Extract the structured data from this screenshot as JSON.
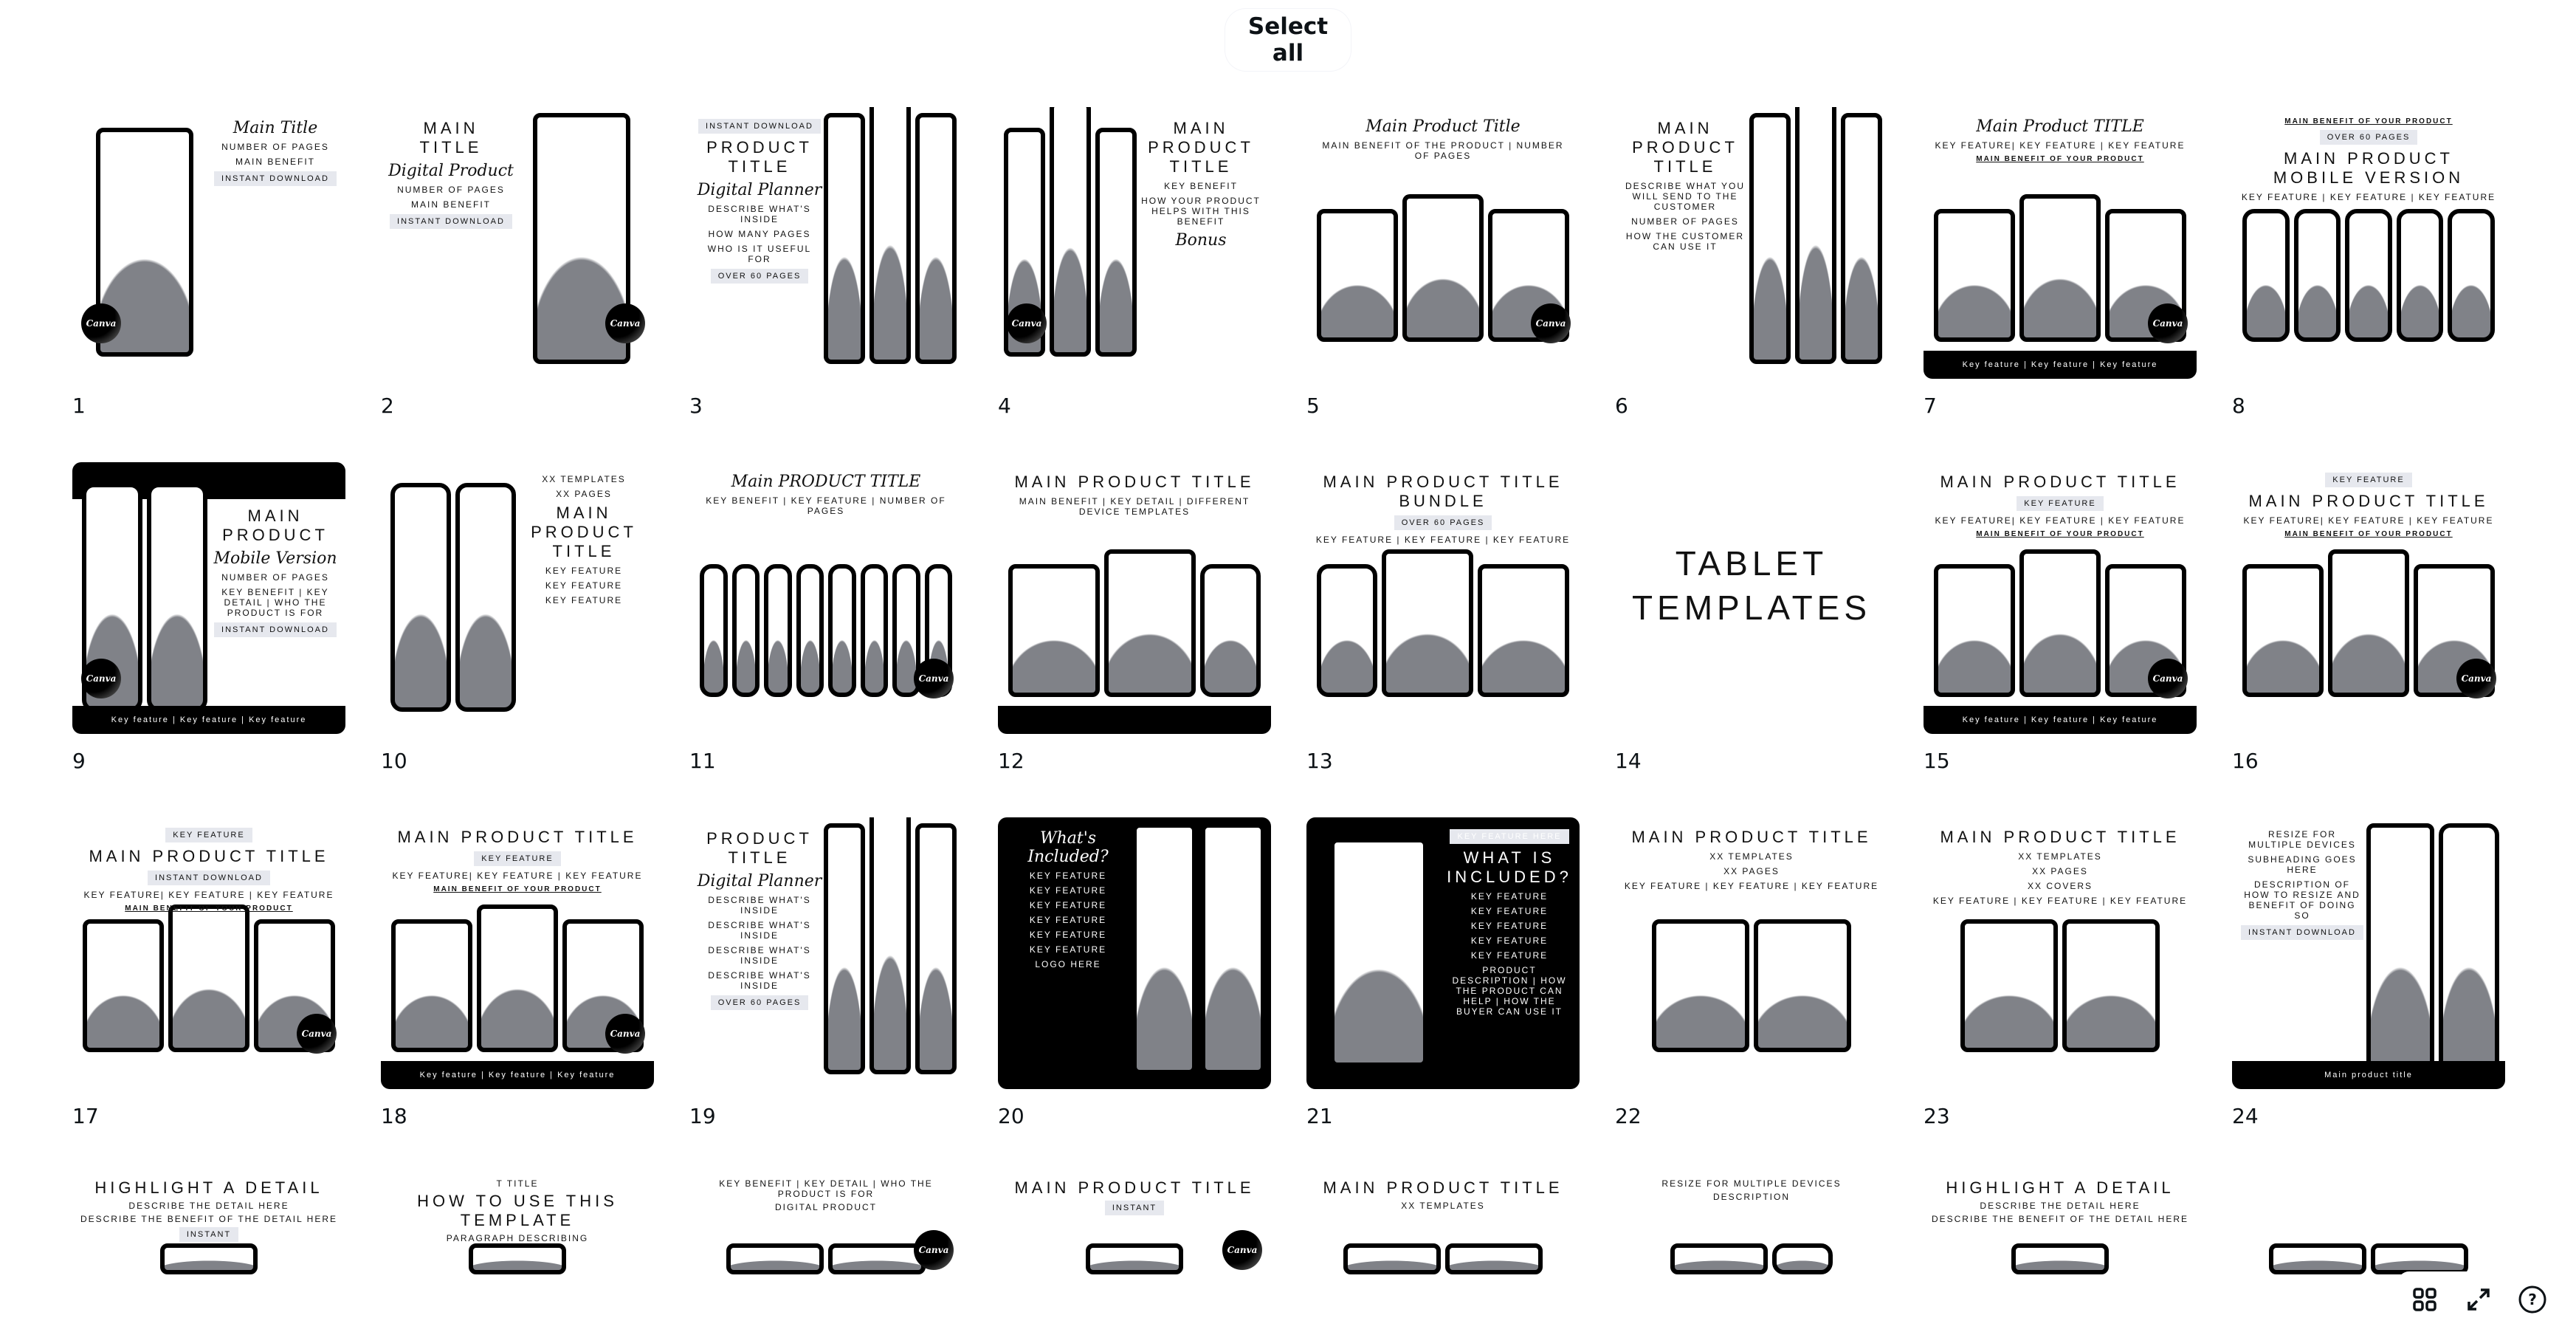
{
  "header": {
    "select_all": "Select all"
  },
  "pages": [
    {
      "num": "1",
      "layout": "side",
      "devices": [
        "tablet"
      ],
      "badge": "Canva",
      "lines": [
        {
          "t": "Main Title",
          "c": "s"
        },
        {
          "t": "Number of pages"
        },
        {
          "t": "Main benefit"
        },
        {
          "t": "Instant download",
          "c": "tag"
        }
      ]
    },
    {
      "num": "2",
      "layout": "left",
      "devices": [
        "tablet"
      ],
      "badge": "Canva",
      "lines": [
        {
          "t": "Main Title",
          "c": "h"
        },
        {
          "t": "Digital Product",
          "c": "s"
        },
        {
          "t": "Number of pages"
        },
        {
          "t": "Main benefit"
        },
        {
          "t": "Instant download",
          "c": "tag"
        }
      ]
    },
    {
      "num": "3",
      "layout": "left",
      "devices": [
        "tablet",
        "tablet",
        "tablet"
      ],
      "lines": [
        {
          "t": "Instant download",
          "c": "tag"
        },
        {
          "t": "Product title",
          "c": "h"
        },
        {
          "t": "Digital Planner",
          "c": "s"
        },
        {
          "t": "Describe what's inside"
        },
        {
          "t": "How many pages"
        },
        {
          "t": "Who is it useful for"
        },
        {
          "t": "Over 60 pages",
          "c": "tag"
        }
      ]
    },
    {
      "num": "4",
      "layout": "side",
      "devices": [
        "tablet",
        "tablet",
        "tablet"
      ],
      "badge": "Canva",
      "lines": [
        {
          "t": "Main product title",
          "c": "h"
        },
        {
          "t": "Key benefit"
        },
        {
          "t": "How your product helps with this benefit"
        },
        {
          "t": "Bonus",
          "c": "s"
        }
      ]
    },
    {
      "num": "5",
      "layout": "top",
      "devices": [
        "tablet",
        "tablet",
        "tablet"
      ],
      "badge": "Canva",
      "lines": [
        {
          "t": "Main Product Title",
          "c": "s"
        },
        {
          "t": "Main benefit of the product | Number of pages"
        }
      ]
    },
    {
      "num": "6",
      "layout": "left",
      "devices": [
        "tablet",
        "tablet",
        "tablet"
      ],
      "lines": [
        {
          "t": "Main product title",
          "c": "h"
        },
        {
          "t": "Describe what you will send to the customer"
        },
        {
          "t": "Number of pages"
        },
        {
          "t": "How the customer can use it"
        }
      ]
    },
    {
      "num": "7",
      "layout": "top",
      "devices": [
        "tablet",
        "tablet",
        "tablet"
      ],
      "badge": "Canva",
      "footer": "Key feature | Key feature | Key feature",
      "lines": [
        {
          "t": "Main Product TITLE",
          "c": "s"
        },
        {
          "t": "Key feature| Key feature | Key feature"
        },
        {
          "t": "Main benefit of your product",
          "c": "u"
        }
      ]
    },
    {
      "num": "8",
      "layout": "top",
      "devices": [
        "phone",
        "phone",
        "phone",
        "phone",
        "phone"
      ],
      "lines": [
        {
          "t": "Main benefit of your product",
          "c": "u"
        },
        {
          "t": "Over 60 pages",
          "c": "tag"
        },
        {
          "t": "Main product Mobile Version",
          "c": "h"
        },
        {
          "t": "Key feature | Key feature | Key feature"
        }
      ]
    },
    {
      "num": "9",
      "layout": "side",
      "topbar": true,
      "devices": [
        "phone",
        "phone"
      ],
      "badge": "Canva",
      "footer": "Key feature | Key feature | Key feature",
      "lines": [
        {
          "t": "Main product",
          "c": "h"
        },
        {
          "t": "Mobile Version",
          "c": "s"
        },
        {
          "t": "Number of pages"
        },
        {
          "t": "Key benefit | Key detail | Who the product is for"
        },
        {
          "t": "Instant download",
          "c": "tag"
        }
      ]
    },
    {
      "num": "10",
      "layout": "side",
      "devices": [
        "phone",
        "phone"
      ],
      "lines": [
        {
          "t": "XX templates"
        },
        {
          "t": "XX pages"
        },
        {
          "t": "Main product title",
          "c": "h"
        },
        {
          "t": "Key feature"
        },
        {
          "t": "Key feature"
        },
        {
          "t": "Key feature"
        }
      ]
    },
    {
      "num": "11",
      "layout": "top",
      "devices": [
        "phone",
        "phone",
        "phone",
        "phone",
        "phone",
        "phone",
        "phone",
        "phone"
      ],
      "badge": "Canva",
      "lines": [
        {
          "t": "Main PRODUCT TITLE",
          "c": "s"
        },
        {
          "t": "Key benefit | Key feature | Number of pages"
        }
      ]
    },
    {
      "num": "12",
      "layout": "top",
      "devices": [
        "tablet",
        "tablet",
        "phone"
      ],
      "footer": "",
      "lines": [
        {
          "t": "Main product title",
          "c": "h"
        },
        {
          "t": "Main benefit | Key detail | Different device templates"
        }
      ]
    },
    {
      "num": "13",
      "layout": "top",
      "devices": [
        "phone",
        "tablet",
        "tablet"
      ],
      "lines": [
        {
          "t": "Main product title BUNDLE",
          "c": "h"
        },
        {
          "t": "Over 60 pages",
          "c": "tag"
        },
        {
          "t": "Key feature | Key feature | Key feature"
        }
      ]
    },
    {
      "num": "14",
      "layout": "center",
      "devices": [],
      "lines": [
        {
          "t": "Tablet",
          "c": "big"
        },
        {
          "t": "Templates",
          "c": "big"
        }
      ]
    },
    {
      "num": "15",
      "layout": "top",
      "devices": [
        "tablet",
        "tablet",
        "tablet"
      ],
      "badge": "Canva",
      "footer": "Key feature | Key feature | Key feature",
      "lines": [
        {
          "t": "Main product title",
          "c": "h"
        },
        {
          "t": "Key feature",
          "c": "tag"
        },
        {
          "t": "Key feature| Key feature | Key feature"
        },
        {
          "t": "Main benefit of your product",
          "c": "u"
        }
      ]
    },
    {
      "num": "16",
      "layout": "top",
      "devices": [
        "tablet",
        "tablet",
        "tablet"
      ],
      "badge": "Canva",
      "lines": [
        {
          "t": "Key feature",
          "c": "tag"
        },
        {
          "t": "Main product title",
          "c": "h"
        },
        {
          "t": "Key feature| Key feature | Key feature"
        },
        {
          "t": "Main benefit of your product",
          "c": "u"
        }
      ]
    },
    {
      "num": "17",
      "layout": "top",
      "devices": [
        "tablet",
        "tablet",
        "tablet"
      ],
      "badge": "Canva",
      "lines": [
        {
          "t": "Key feature",
          "c": "tag"
        },
        {
          "t": "Main product title",
          "c": "h"
        },
        {
          "t": "Instant download",
          "c": "tag"
        },
        {
          "t": "Key feature| Key feature | Key feature"
        },
        {
          "t": "Main benefit of your product",
          "c": "u"
        }
      ]
    },
    {
      "num": "18",
      "layout": "top",
      "devices": [
        "tablet",
        "tablet",
        "tablet"
      ],
      "badge": "Canva",
      "footer": "Key feature | Key feature | Key feature",
      "lines": [
        {
          "t": "Main product title",
          "c": "h"
        },
        {
          "t": "Key feature",
          "c": "tag"
        },
        {
          "t": "Key feature| Key feature | Key feature"
        },
        {
          "t": "Main benefit of your product",
          "c": "u"
        }
      ]
    },
    {
      "num": "19",
      "layout": "left",
      "devices": [
        "tablet",
        "tablet",
        "tablet"
      ],
      "lines": [
        {
          "t": "Product title",
          "c": "h"
        },
        {
          "t": "Digital Planner",
          "c": "s"
        },
        {
          "t": "Describe what's inside"
        },
        {
          "t": "Describe what's inside"
        },
        {
          "t": "Describe what's inside"
        },
        {
          "t": "Describe what's inside"
        },
        {
          "t": "Over 60 pages",
          "c": "tag"
        }
      ]
    },
    {
      "num": "20",
      "layout": "left",
      "dark": true,
      "devices": [
        "tablet",
        "tablet"
      ],
      "lines": [
        {
          "t": "What's Included?",
          "c": "s"
        },
        {
          "t": "Key feature"
        },
        {
          "t": "Key feature"
        },
        {
          "t": "Key feature"
        },
        {
          "t": "Key feature"
        },
        {
          "t": "Key feature"
        },
        {
          "t": "Key feature"
        },
        {
          "t": "Logo here"
        }
      ]
    },
    {
      "num": "21",
      "layout": "side",
      "dark": true,
      "devices": [
        "tablet"
      ],
      "lines": [
        {
          "t": "Key feature here",
          "c": "tag"
        },
        {
          "t": "What is included?",
          "c": "h"
        },
        {
          "t": "Key feature"
        },
        {
          "t": "Key feature"
        },
        {
          "t": "Key feature"
        },
        {
          "t": "Key feature"
        },
        {
          "t": "Key feature"
        },
        {
          "t": "Product description | How the product can help | How the buyer can use it"
        }
      ]
    },
    {
      "num": "22",
      "layout": "top",
      "devices": [
        "tablet",
        "tablet"
      ],
      "lines": [
        {
          "t": "Main product title",
          "c": "h"
        },
        {
          "t": "XX templates"
        },
        {
          "t": "XX pages"
        },
        {
          "t": "Key feature | Key feature | Key feature"
        }
      ]
    },
    {
      "num": "23",
      "layout": "top",
      "devices": [
        "tablet",
        "tablet"
      ],
      "lines": [
        {
          "t": "Main product title",
          "c": "h"
        },
        {
          "t": "XX templates"
        },
        {
          "t": "XX pages"
        },
        {
          "t": "XX covers"
        },
        {
          "t": "Key feature | Key feature | Key feature"
        }
      ]
    },
    {
      "num": "24",
      "layout": "left",
      "devices": [
        "tablet",
        "phone"
      ],
      "footer": "Main product title",
      "lines": [
        {
          "t": "Resize for multiple devices"
        },
        {
          "t": "Subheading goes here"
        },
        {
          "t": "Description of how to resize and benefit of doing so"
        },
        {
          "t": "Instant download",
          "c": "tag"
        }
      ]
    },
    {
      "num": "",
      "layout": "top",
      "devices": [
        "tablet"
      ],
      "lines": [
        {
          "t": "Highlight a detail",
          "c": "h"
        },
        {
          "t": "Describe the detail here"
        },
        {
          "t": "Describe the benefit of the detail here"
        },
        {
          "t": "Instant",
          "c": "tag"
        }
      ]
    },
    {
      "num": "",
      "layout": "side",
      "devices": [
        "tablet"
      ],
      "lines": [
        {
          "t": "T title"
        },
        {
          "t": "How to use this template",
          "c": "h"
        },
        {
          "t": "Paragraph describing"
        }
      ]
    },
    {
      "num": "",
      "layout": "top",
      "devices": [
        "tablet",
        "tablet"
      ],
      "badge": "Canva",
      "lines": [
        {
          "t": "Key benefit | Key detail | Who the product is for"
        },
        {
          "t": "Digital product"
        }
      ]
    },
    {
      "num": "",
      "layout": "top",
      "devices": [
        "tablet"
      ],
      "badge": "Canva",
      "lines": [
        {
          "t": "Main product title",
          "c": "h"
        },
        {
          "t": "Instant",
          "c": "tag"
        }
      ]
    },
    {
      "num": "",
      "layout": "top",
      "devices": [
        "tablet",
        "tablet"
      ],
      "lines": [
        {
          "t": "Main product title",
          "c": "h"
        },
        {
          "t": "XX templates"
        }
      ]
    },
    {
      "num": "",
      "layout": "top",
      "devices": [
        "tablet",
        "phone"
      ],
      "lines": [
        {
          "t": "Resize for multiple devices"
        },
        {
          "t": "Description"
        }
      ]
    },
    {
      "num": "",
      "layout": "top",
      "devices": [
        "tablet"
      ],
      "lines": [
        {
          "t": "Highlight a detail",
          "c": "h"
        },
        {
          "t": "Describe the detail here"
        },
        {
          "t": "Describe the benefit of the detail here"
        }
      ]
    },
    {
      "num": "",
      "layout": "top",
      "devices": [
        "tablet",
        "tablet"
      ],
      "lines": []
    }
  ],
  "toolbar": {
    "grid_view": "grid-view-icon",
    "fullscreen": "expand-icon",
    "help": "?"
  }
}
